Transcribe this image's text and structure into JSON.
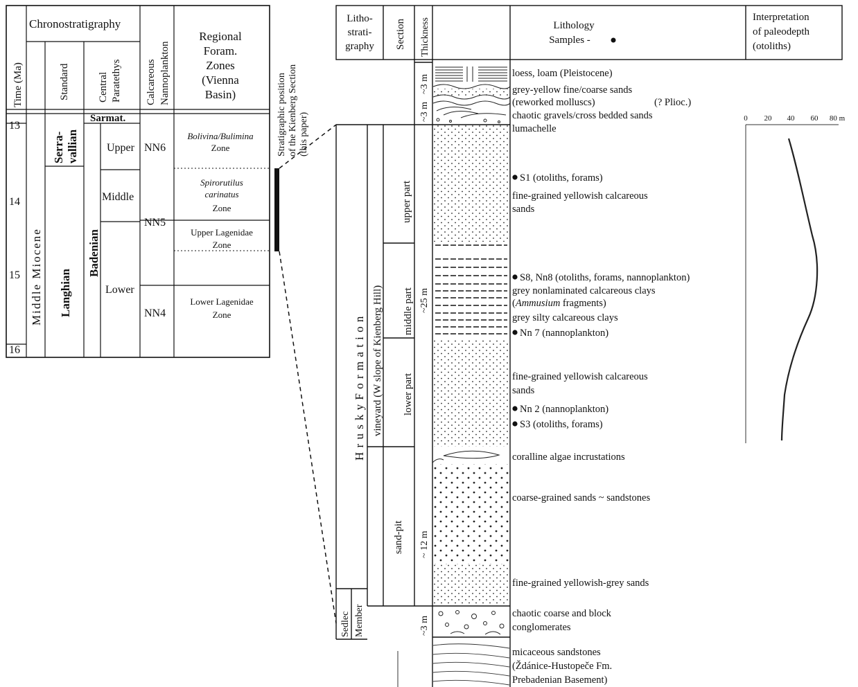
{
  "chrono": {
    "title": "Chronostratigraphy",
    "time_label": "Time (Ma)",
    "standard_label": "Standard",
    "paratethys_label": [
      "Central",
      "Paratethys"
    ],
    "nanno_label": [
      "Calcareous",
      "Nannoplankton"
    ],
    "foram_label": [
      "Regional",
      "Foram.",
      "Zones",
      "(Vienna",
      "Basin)"
    ],
    "position_label": [
      "Stratigraphic position",
      "of the Kienberg Section",
      "(this paper)"
    ],
    "ticks": [
      "13",
      "14",
      "15",
      "16"
    ],
    "epoch": "Middle  Miocene",
    "stage_serravallian": [
      "Serra-",
      "vallian"
    ],
    "stage_langhian": "Langhian",
    "sarmat": "Sarmat.",
    "badenian": "Badenian",
    "sub_upper": "Upper",
    "sub_middle": "Middle",
    "sub_lower": "Lower",
    "nn6": "NN6",
    "nn5": "NN5",
    "nn4": "NN4",
    "zone_bolivina": [
      "Bolivina/Bulimina",
      "Zone"
    ],
    "zone_spiroratilus": [
      "Spirorutilus",
      "carinatus",
      "Zone"
    ],
    "zone_upper_lag": [
      "Upper Lagenidae",
      "Zone"
    ],
    "zone_lower_lag": [
      "Lower Lagenidae",
      "Zone"
    ]
  },
  "section": {
    "header_litho": [
      "Litho-",
      "strati-",
      "graphy"
    ],
    "header_section": "Section",
    "header_thickness": "Thickness",
    "header_lithology": [
      "Lithology",
      "Samples -"
    ],
    "header_interp": [
      "Interpretation",
      "of paleodepth",
      "(otoliths)"
    ],
    "formation": "H r u s k y   F o r m a t i o n",
    "member": [
      "Sedlec",
      "Member"
    ],
    "vineyard": "vineyard (W slope of Kienberg Hill)",
    "sandpit": "sand-pit",
    "upper_part": "upper part",
    "middle_part": "middle part",
    "lower_part": "lower part",
    "th_top": "~3 m",
    "th_top2": "~3 m",
    "th_mid": "~25 m",
    "th_sandpit": "~ 12 m",
    "th_bottom": "~3 m"
  },
  "lithology": {
    "l1": "loess, loam (Pleistocene)",
    "l2": "grey-yellow fine/coarse sands",
    "l3": "(reworked molluscs)",
    "l3b": "(? Plioc.)",
    "l4": "chaotic gravels/cross bedded sands",
    "l5": "lumachelle",
    "l6": "S1 (otoliths, forams)",
    "l7": "fine-grained yellowish calcareous",
    "l8": "sands",
    "l9": "S8, Nn8 (otoliths, forams, nannoplankton)",
    "l10": "grey nonlaminated calcareous clays",
    "l11a": "Ammusium",
    "l11b": " fragments)",
    "l12": "grey silty calcareous clays",
    "l13": "Nn 7 (nannoplankton)",
    "l14": "fine-grained yellowish calcareous",
    "l15": "sands",
    "l16": "Nn 2 (nannoplankton)",
    "l17": "S3 (otoliths, forams)",
    "l18": "coralline algae incrustations",
    "l19": "coarse-grained sands ~ sandstones",
    "l20": "fine-grained yellowish-grey sands",
    "l21": "chaotic coarse and block",
    "l22": "conglomerates",
    "l23": "micaceous sandstones",
    "l24": "(Ždánice-Hustopeče Fm.",
    "l25": "Prebadenian Basement)"
  },
  "paleodepth": {
    "axis_ticks": [
      "0",
      "20",
      "40",
      "60",
      "80 m"
    ]
  }
}
